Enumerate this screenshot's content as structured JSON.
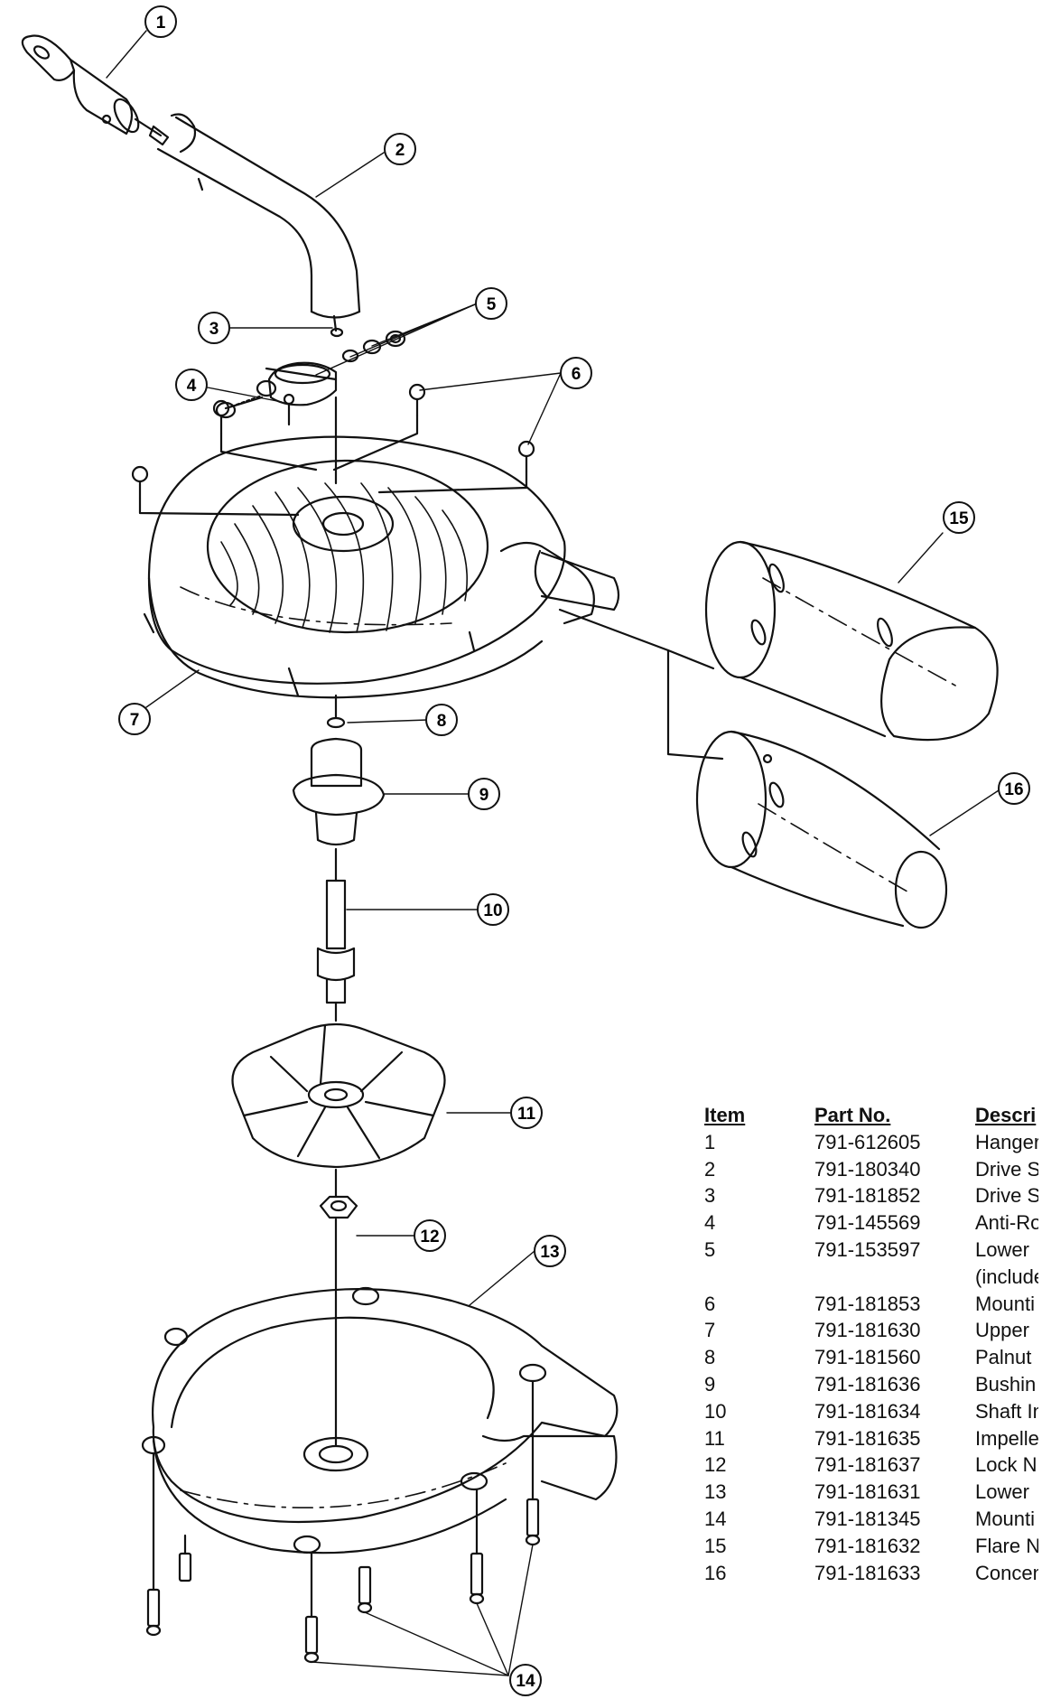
{
  "callouts": [
    "1",
    "2",
    "3",
    "4",
    "5",
    "6",
    "7",
    "8",
    "9",
    "10",
    "11",
    "12",
    "13",
    "14",
    "15",
    "16"
  ],
  "parts_table": {
    "headers": {
      "item": "Item",
      "part_no": "Part  No.",
      "description": "Descri"
    },
    "rows": [
      {
        "item": "1",
        "part": "791-612605",
        "desc": "Hanger"
      },
      {
        "item": "2",
        "part": "791-180340",
        "desc": "Drive S"
      },
      {
        "item": "3",
        "part": "791-181852",
        "desc": "Drive S"
      },
      {
        "item": "4",
        "part": "791-145569",
        "desc": "Anti-Ro"
      },
      {
        "item": "5",
        "part": "791-153597",
        "desc": "Lower"
      },
      {
        "item": "",
        "part": "",
        "desc": "(include"
      },
      {
        "item": "6",
        "part": "791-181853",
        "desc": "Mounti"
      },
      {
        "item": "7",
        "part": "791-181630",
        "desc": "Upper"
      },
      {
        "item": "8",
        "part": "791-181560",
        "desc": "Palnut"
      },
      {
        "item": "9",
        "part": "791-181636",
        "desc": "Bushin"
      },
      {
        "item": "10",
        "part": "791-181634",
        "desc": "Shaft In"
      },
      {
        "item": "11",
        "part": "791-181635",
        "desc": "Impelle"
      },
      {
        "item": "12",
        "part": "791-181637",
        "desc": "Lock N"
      },
      {
        "item": "13",
        "part": "791-181631",
        "desc": "Lower"
      },
      {
        "item": "14",
        "part": "791-181345",
        "desc": "Mounti"
      },
      {
        "item": "15",
        "part": "791-181632",
        "desc": "Flare N"
      },
      {
        "item": "16",
        "part": "791-181633",
        "desc": "Concen"
      }
    ]
  }
}
